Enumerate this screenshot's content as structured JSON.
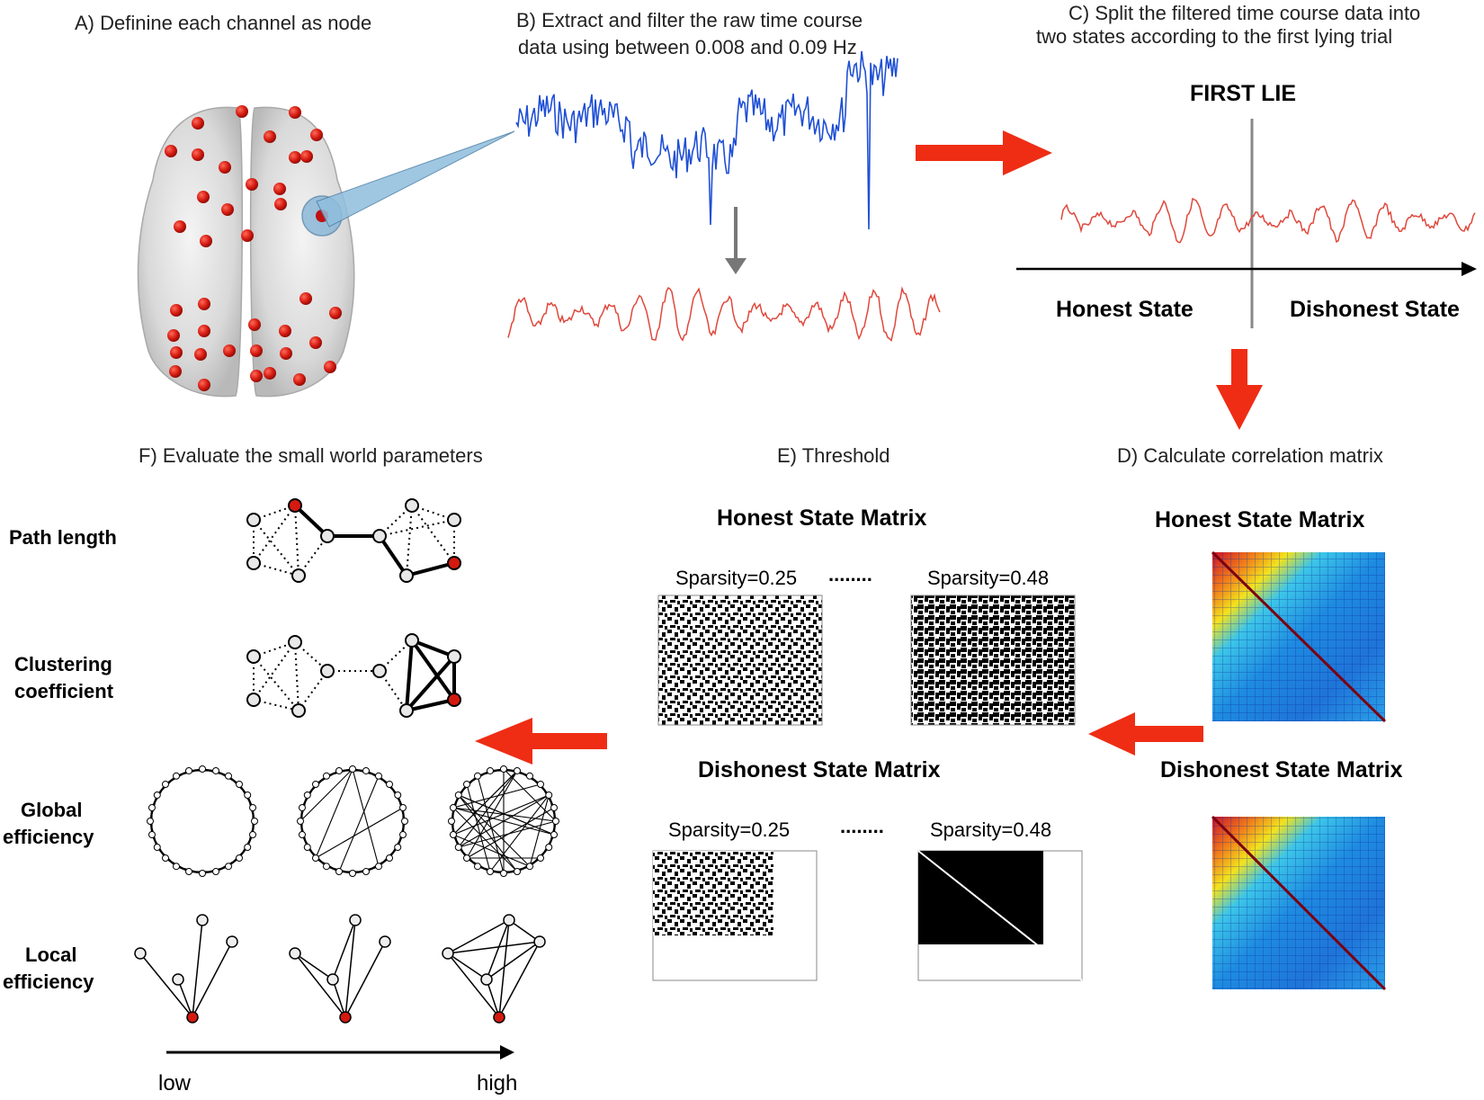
{
  "panels": {
    "a_title": "A) Definine each channel as node",
    "b_title_line1": "B) Extract and filter the raw time course",
    "b_title_line2": "data using between 0.008 and 0.09 Hz",
    "c_title_line1": "C) Split the filtered time course data into",
    "c_title_line2": "two states according to the first lying trial",
    "d_title": "D) Calculate correlation matrix",
    "e_title": "E) Threshold",
    "f_title": "F) Evaluate the small world parameters"
  },
  "split": {
    "event_label": "FIRST LIE",
    "left_state": "Honest State",
    "right_state": "Dishonest State"
  },
  "matrices": {
    "honest_title": "Honest State Matrix",
    "dishonest_title": "Dishonest State Matrix",
    "sparsity_low": "Sparsity=0.25",
    "sparsity_high": "Sparsity=0.48",
    "ellipsis": "........"
  },
  "metrics": {
    "path_length": "Path length",
    "clustering_line1": "Clustering",
    "clustering_line2": "coefficient",
    "global_line1": "Global",
    "global_line2": "efficiency",
    "local_line1": "Local",
    "local_line2": "efficiency"
  },
  "scale": {
    "low": "low",
    "high": "high"
  },
  "colors": {
    "node_red": "#d41a10",
    "arrow_red": "#ee2d14",
    "raw_signal": "#1f4fd6",
    "filtered_signal": "#e0483c",
    "gray_arrow": "#777777"
  }
}
